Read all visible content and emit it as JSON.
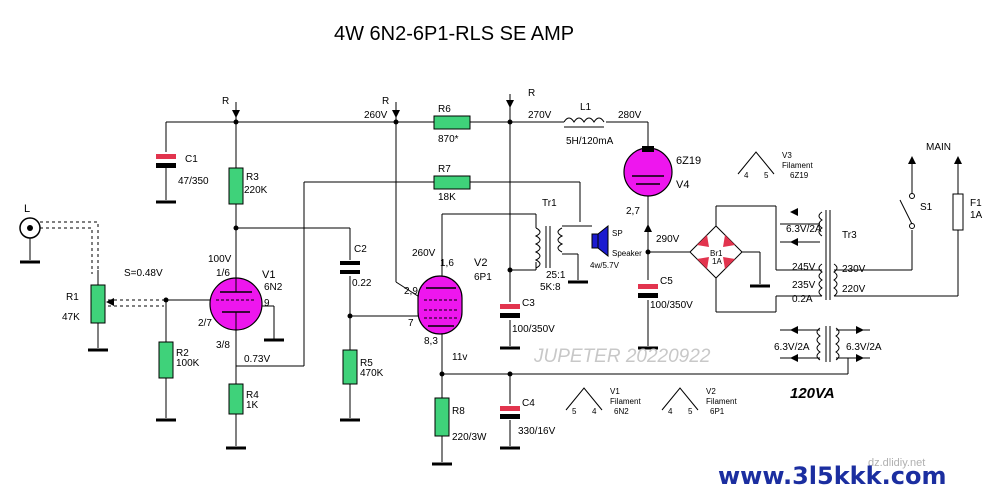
{
  "title": "4W   6N2-6P1-RLS   SE AMP",
  "watermark": "JUPETER 20220922",
  "url": "www.3l5kkk.com",
  "url_small": "dz.dlidiy.net",
  "power_rating": "120VA",
  "labels": {
    "L": "L",
    "R": "R",
    "R1": "R1",
    "R1_val": "47K",
    "S_val": "S=0.48V",
    "C1": "C1",
    "C1_val": "47/350",
    "R3": "R3",
    "R3_val": "220K",
    "R2": "R2",
    "R2_val": "100K",
    "R4": "R4",
    "R4_val": "1K",
    "V1": "V1",
    "V1_type": "6N2",
    "pin16": "1/6",
    "pin27": "2/7",
    "pin38": "3/8",
    "pin9": "9",
    "v100": "100V",
    "v073": "0.73V",
    "v260a": "260V",
    "C2": "C2",
    "C2_val": "0.22",
    "R5": "R5",
    "R5_val": "470K",
    "R6": "R6",
    "R6_val": "870*",
    "R7": "R7",
    "R7_val": "18K",
    "v260b": "260V",
    "V2": "V2",
    "V2_type": "6P1",
    "pin16b": "1,6",
    "pin29": "2,9",
    "pin7": "7",
    "pin83": "8,3",
    "v11": "11v",
    "C3": "C3",
    "C3_val": "100/350V",
    "R8": "R8",
    "R8_val": "220/3W",
    "C4": "C4",
    "C4_val": "330/16V",
    "Tr1": "Tr1",
    "ratio": "25:1",
    "z5k8": "5K:8",
    "spk_sp": "SP",
    "spk_name": "Speaker",
    "spk_rating": "4w/5.7V",
    "v270": "270V",
    "L1": "L1",
    "L1_val": "5H/120mA",
    "v280": "280V",
    "V4_type": "6Z19",
    "V4": "V4",
    "pin27b": "2,7",
    "v290": "290V",
    "C5": "C5",
    "C5_val": "100/350V",
    "Br1": "Br1",
    "Br1_val": "1A",
    "Tr3": "Tr3",
    "v63a": "6.3V/2A",
    "v245": "245V",
    "v235": "235V",
    "v02": "0.2A",
    "v230": "230V",
    "v220": "220V",
    "v63b": "6.3V/2A",
    "v63c": "6.3V/2A",
    "S1": "S1",
    "F1": "F1",
    "F1_val": "1A",
    "MAIN": "MAIN",
    "fil_v3": "V3",
    "fil_v3_text": "Filament",
    "fil_v3_type": "6Z19",
    "fil_v1": "V1",
    "fil_v1_text": "Filament",
    "fil_v1_type": "6N2",
    "fil_v2": "V2",
    "fil_v2_text": "Filament",
    "fil_v2_type": "6P1",
    "pin4": "4",
    "pin5": "5"
  }
}
